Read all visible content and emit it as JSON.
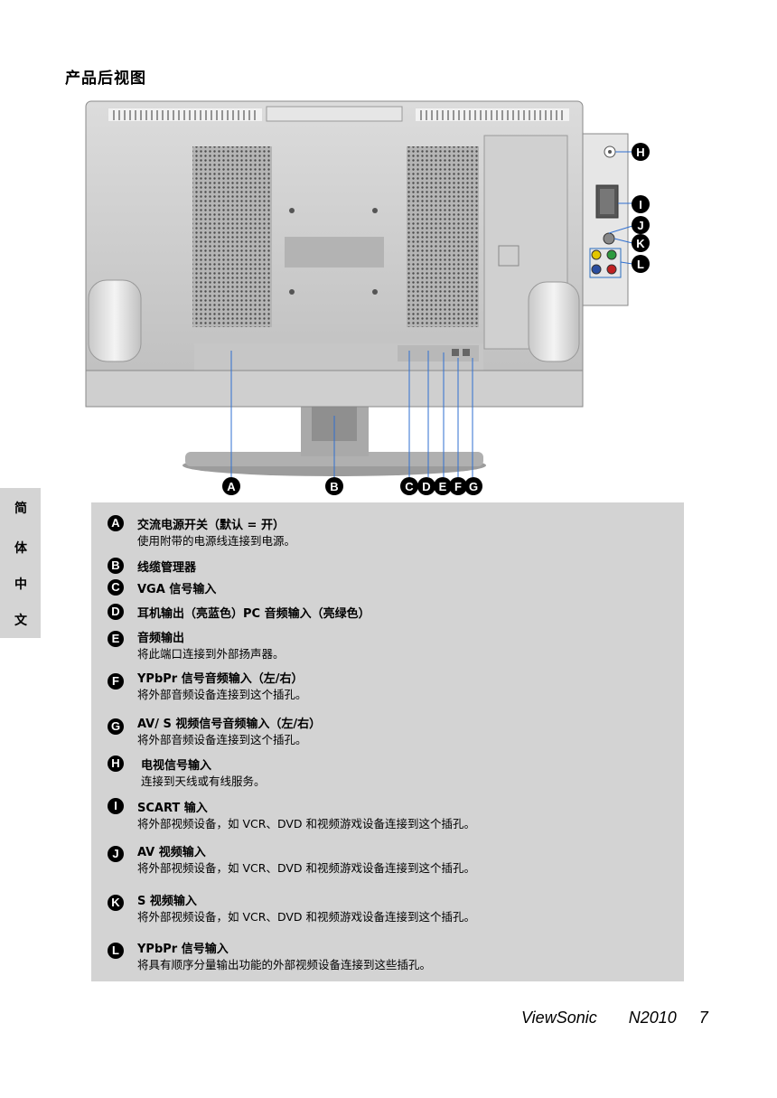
{
  "page": {
    "title": "产品后视图"
  },
  "side_tab": [
    "简",
    "体",
    "中",
    "文"
  ],
  "figure_labels": {
    "bottom": [
      "A",
      "B",
      "C",
      "D",
      "E",
      "F",
      "G"
    ],
    "right": [
      "H",
      "I",
      "J",
      "K",
      "L"
    ]
  },
  "entries": [
    {
      "letter": "A",
      "title": "交流电源开关（默认 = 开）",
      "desc": "使用附带的电源线连接到电源。"
    },
    {
      "letter": "B",
      "title": "线缆管理器",
      "desc": ""
    },
    {
      "letter": "C",
      "title": "VGA 信号输入",
      "desc": ""
    },
    {
      "letter": "D",
      "title": "耳机输出（亮蓝色）PC 音频输入（亮绿色）",
      "desc": ""
    },
    {
      "letter": "E",
      "title": "音频输出",
      "desc": "将此端口连接到外部扬声器。"
    },
    {
      "letter": "F",
      "title": "YPbPr 信号音频输入（左/右）",
      "desc": "将外部音频设备连接到这个插孔。"
    },
    {
      "letter": "G",
      "title": "AV/ S 视频信号音频输入（左/右）",
      "desc": "将外部音频设备连接到这个插孔。"
    },
    {
      "letter": "H",
      "title": "电视信号输入",
      "desc": "连接到天线或有线服务。"
    },
    {
      "letter": "I",
      "title": "SCART 输入",
      "desc": "将外部视频设备，如 VCR、DVD 和视频游戏设备连接到这个插孔。"
    },
    {
      "letter": "J",
      "title": "AV 视频输入",
      "desc": "将外部视频设备，如 VCR、DVD 和视频游戏设备连接到这个插孔。"
    },
    {
      "letter": "K",
      "title": "S 视频输入",
      "desc": "将外部视频设备，如 VCR、DVD 和视频游戏设备连接到这个插孔。"
    },
    {
      "letter": "L",
      "title": "YPbPr 信号输入",
      "desc": "将具有顺序分量输出功能的外部视频设备连接到这些插孔。"
    }
  ],
  "footer": {
    "brand": "ViewSonic",
    "model": "N2010",
    "page_number": "7"
  }
}
